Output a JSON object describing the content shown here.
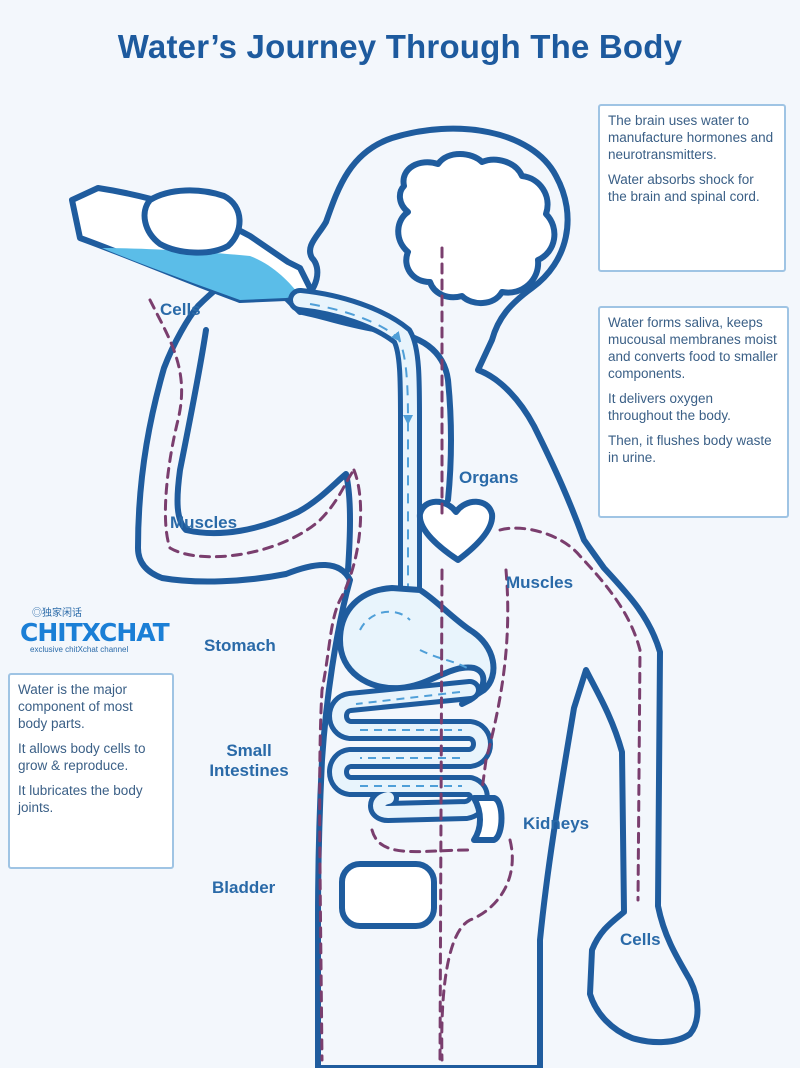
{
  "title": "Water’s Journey Through The Body",
  "info_boxes": {
    "brain": [
      "The brain uses water to manufacture hormones and neurotransmitters.",
      "Water absorbs shock for the brain and spinal cord."
    ],
    "saliva": [
      "Water forms saliva, keeps mucousal membranes moist and converts food to smaller components.",
      "It  delivers oxygen throughout the body.",
      "Then, it flushes body waste in urine."
    ],
    "body": [
      "Water is the major component of most body parts.",
      "It allows body cells to grow & reproduce.",
      "It lubricates the body joints."
    ]
  },
  "labels": {
    "cells_top": "Cells",
    "muscles_left": "Muscles",
    "organs": "Organs",
    "muscles_right": "Muscles",
    "stomach": "Stomach",
    "small_intestines": "Small\nIntestines",
    "kidneys": "Kidneys",
    "bladder": "Bladder",
    "cells_bottom": "Cells"
  },
  "watermark": {
    "top": "◎独家闲话",
    "name": "CHITXCHAT",
    "sub": "exclusive chitXchat channel"
  },
  "colors": {
    "outline": "#1f5c9e",
    "water": "#5bbde8",
    "dashed_path": "#7a3e6e",
    "box_border": "#9fc4e4"
  }
}
